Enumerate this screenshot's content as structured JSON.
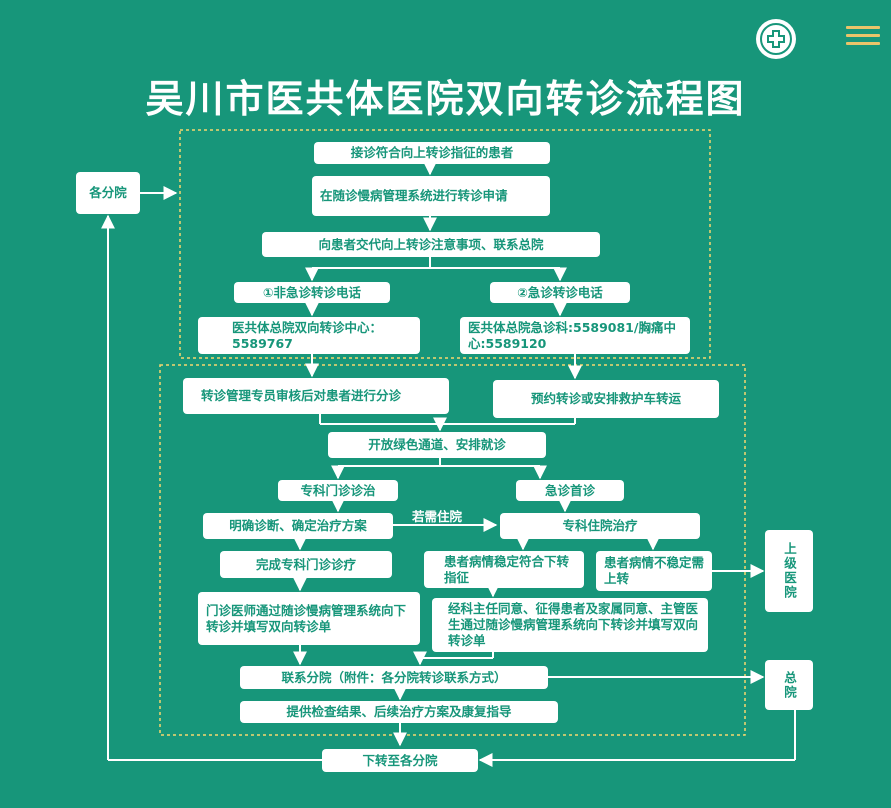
{
  "title": "吴川市医共体医院双向转诊流程图",
  "colors": {
    "background": "#17967a",
    "box": "#ffffff",
    "text": "#17967a",
    "dashed_border": "#f5d76e",
    "menu_icon": "#e9c46a"
  },
  "header": {
    "logo_icon": "hospital-logo-icon",
    "menu_icon": "menu-icon"
  },
  "nodes": {
    "branch_hospitals": "各分院",
    "receive_patient": "接诊符合向上转诊指征的患者",
    "apply_system": "在随诊慢病管理系统进行转诊申请",
    "explain_notes": "向患者交代向上转诊注意事项、联系总院",
    "non_emergency_call": "①非急诊转诊电话",
    "emergency_call": "②急诊转诊电话",
    "referral_center": "医共体总院双向转诊中心：5589767",
    "emergency_dept": "医共体总院急诊科:5589081/胸痛中心:5589120",
    "manager_review": "转诊管理专员审核后对患者进行分诊",
    "ambulance": "预约转诊或安排救护车转运",
    "green_channel": "开放绿色通道、安排就诊",
    "specialist_outpatient": "专科门诊诊治",
    "emergency_first": "急诊首诊",
    "diagnosis": "明确诊断、确定治疗方案",
    "need_admission": "若需住院",
    "specialist_inpatient": "专科住院治疗",
    "complete_outpatient": "完成专科门诊诊疗",
    "stable_condition": "患者病情稳定符合下转指征",
    "unstable_condition": "患者病情不稳定需上转",
    "superior_hospital": "上级医院",
    "outpatient_doctor_down": "门诊医师通过随诊慢病管理系统向下转诊并填写双向转诊单",
    "inpatient_down": "经科主任同意、征得患者及家属同意、主管医生通过随诊慢病管理系统向下转诊并填写双向转诊单",
    "contact_branch": "联系分院（附件：各分院转诊联系方式）",
    "main_hospital": "总院",
    "provide_results": "提供检查结果、后续治疗方案及康复指导",
    "transfer_down": "下转至各分院"
  }
}
